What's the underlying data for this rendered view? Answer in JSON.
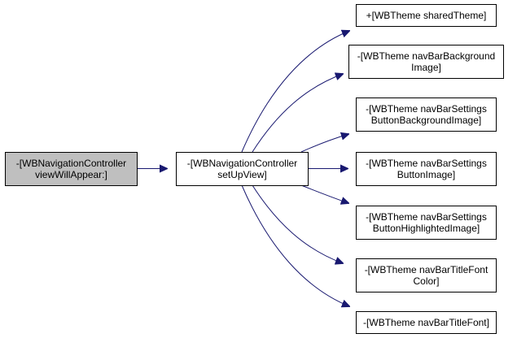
{
  "colors": {
    "source_fill": "#bfbfbf",
    "node_fill": "#ffffff",
    "border": "#000000",
    "edge": "#191970"
  },
  "nodes": [
    {
      "id": "view_will_appear",
      "lines": [
        "-[WBNavigationController",
        "viewWillAppear:]"
      ],
      "highlight": true
    },
    {
      "id": "set_up_view",
      "lines": [
        "-[WBNavigationController",
        "setUpView]"
      ]
    },
    {
      "id": "shared_theme",
      "lines": [
        "+[WBTheme sharedTheme]"
      ]
    },
    {
      "id": "nav_bar_background_image",
      "lines": [
        "-[WBTheme navBarBackground",
        "Image]"
      ]
    },
    {
      "id": "settings_button_background_image",
      "lines": [
        "-[WBTheme navBarSettings",
        "ButtonBackgroundImage]"
      ]
    },
    {
      "id": "settings_button_image",
      "lines": [
        "-[WBTheme navBarSettings",
        "ButtonImage]"
      ]
    },
    {
      "id": "settings_button_highlighted_image",
      "lines": [
        "-[WBTheme navBarSettings",
        "ButtonHighlightedImage]"
      ]
    },
    {
      "id": "title_font_color",
      "lines": [
        "-[WBTheme navBarTitleFont",
        "Color]"
      ]
    },
    {
      "id": "title_font",
      "lines": [
        "-[WBTheme navBarTitleFont]"
      ]
    }
  ],
  "edges": [
    {
      "from": "view_will_appear",
      "to": "set_up_view"
    },
    {
      "from": "set_up_view",
      "to": "shared_theme"
    },
    {
      "from": "set_up_view",
      "to": "nav_bar_background_image"
    },
    {
      "from": "set_up_view",
      "to": "settings_button_background_image"
    },
    {
      "from": "set_up_view",
      "to": "settings_button_image"
    },
    {
      "from": "set_up_view",
      "to": "settings_button_highlighted_image"
    },
    {
      "from": "set_up_view",
      "to": "title_font_color"
    },
    {
      "from": "set_up_view",
      "to": "title_font"
    }
  ]
}
